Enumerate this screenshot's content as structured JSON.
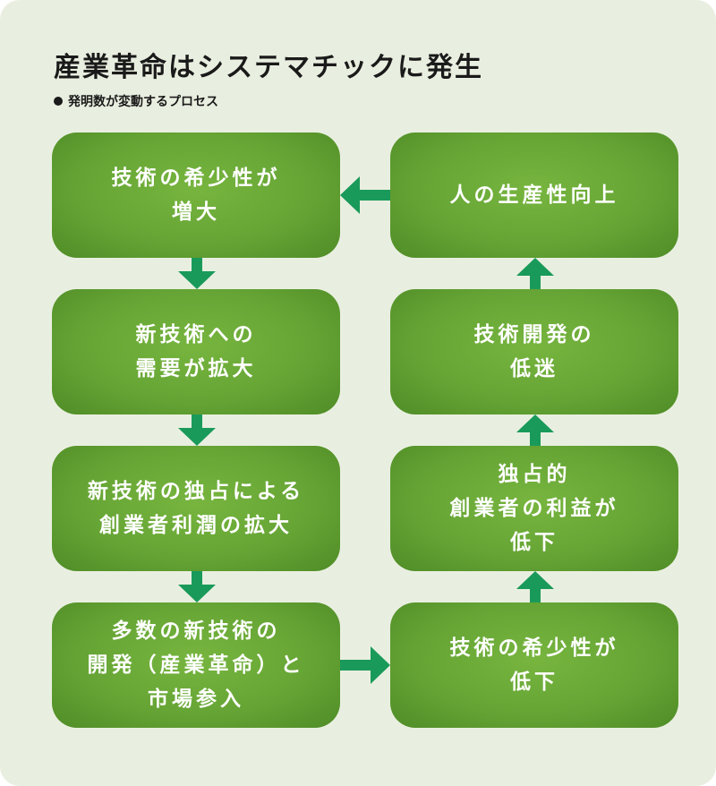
{
  "title": "産業革命はシステマチックに発生",
  "subtitle": "発明数が変動するプロセス",
  "colors": {
    "background": "#e9efe0",
    "node_fill": "#66a535",
    "arrow": "#1a9a5a",
    "node_text": "#ffffff"
  },
  "left_column": [
    {
      "text": "技術の希少性が\n増大"
    },
    {
      "text": "新技術への\n需要が拡大"
    },
    {
      "text": "新技術の独占による\n創業者利潤の拡大"
    },
    {
      "text": "多数の新技術の\n開発（産業革命）と\n市場参入"
    }
  ],
  "right_column": [
    {
      "text": "人の生産性向上"
    },
    {
      "text": "技術開発の\n低迷"
    },
    {
      "text": "独占的\n創業者の利益が\n低下"
    },
    {
      "text": "技術の希少性が\n低下"
    }
  ],
  "arrow_icons": [
    "arrow-down-icon",
    "arrow-right-icon",
    "arrow-up-icon",
    "arrow-left-icon"
  ]
}
